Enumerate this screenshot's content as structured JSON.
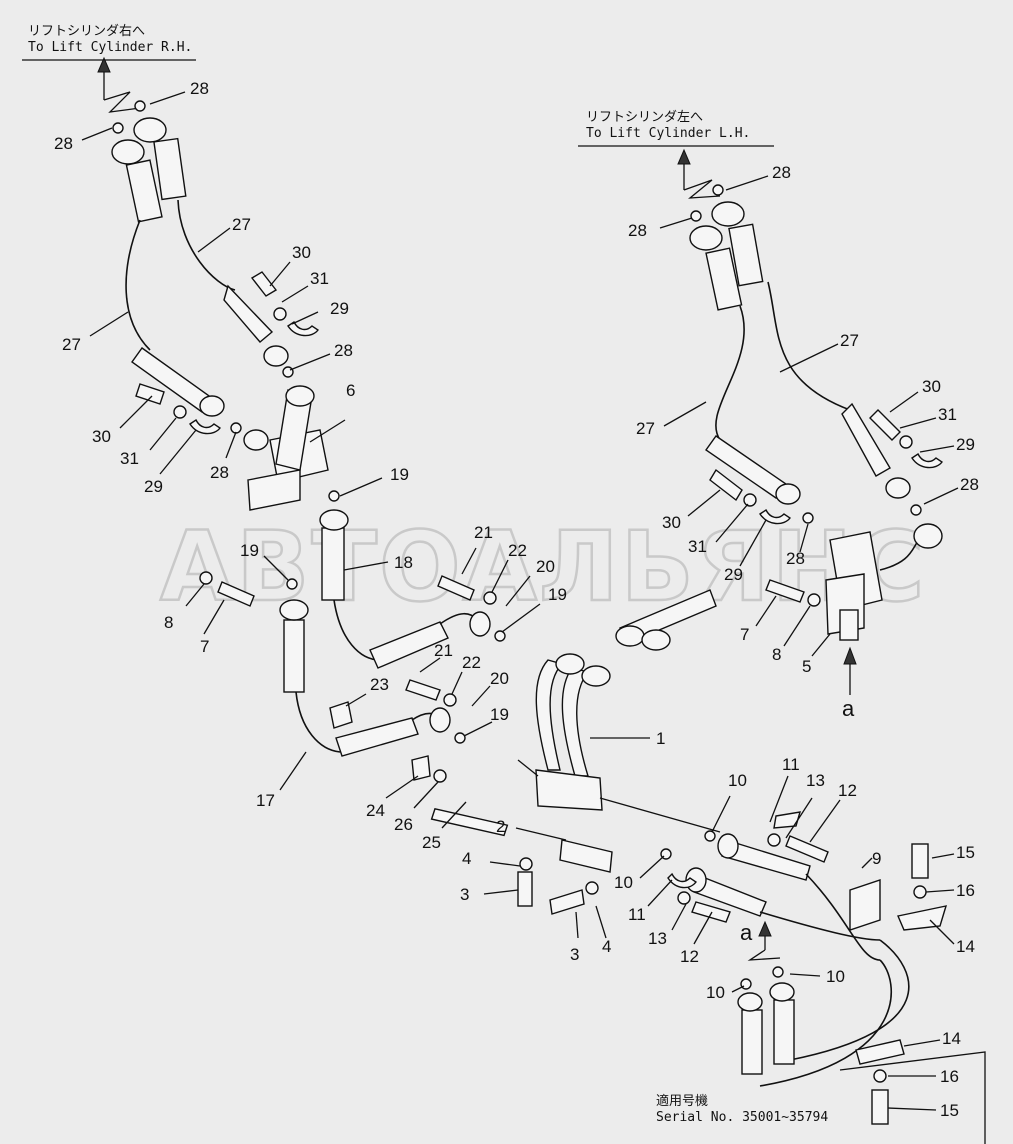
{
  "captions": {
    "rh_jp": "リフトシリンダ右へ",
    "rh_en": "To Lift Cylinder R.H.",
    "lh_jp": "リフトシリンダ左へ",
    "lh_en": "To Lift Cylinder L.H.",
    "serial_jp": "適用号機",
    "serial_en": "Serial No. 35001~35794"
  },
  "watermark": "АВТОАЛЬЯНС",
  "view_labels": [
    "a",
    "a"
  ],
  "callouts": [
    {
      "id": "c1",
      "text": "28"
    },
    {
      "id": "c2",
      "text": "28"
    },
    {
      "id": "c3",
      "text": "27"
    },
    {
      "id": "c4",
      "text": "27"
    },
    {
      "id": "c5",
      "text": "30"
    },
    {
      "id": "c6",
      "text": "31"
    },
    {
      "id": "c7",
      "text": "29"
    },
    {
      "id": "c8",
      "text": "28"
    },
    {
      "id": "c9",
      "text": "6"
    },
    {
      "id": "c10",
      "text": "30"
    },
    {
      "id": "c11",
      "text": "31"
    },
    {
      "id": "c12",
      "text": "29"
    },
    {
      "id": "c13",
      "text": "28"
    },
    {
      "id": "c14",
      "text": "19"
    },
    {
      "id": "c15",
      "text": "19"
    },
    {
      "id": "c16",
      "text": "18"
    },
    {
      "id": "c17",
      "text": "8"
    },
    {
      "id": "c18",
      "text": "7"
    },
    {
      "id": "c19",
      "text": "21"
    },
    {
      "id": "c20",
      "text": "22"
    },
    {
      "id": "c21",
      "text": "20"
    },
    {
      "id": "c22",
      "text": "19"
    },
    {
      "id": "c23",
      "text": "21"
    },
    {
      "id": "c24",
      "text": "22"
    },
    {
      "id": "c25",
      "text": "20"
    },
    {
      "id": "c26",
      "text": "23"
    },
    {
      "id": "c27",
      "text": "19"
    },
    {
      "id": "c28",
      "text": "1"
    },
    {
      "id": "c29",
      "text": "17"
    },
    {
      "id": "c30",
      "text": "24"
    },
    {
      "id": "c31",
      "text": "26"
    },
    {
      "id": "c32",
      "text": "25"
    },
    {
      "id": "c33",
      "text": "2"
    },
    {
      "id": "c34",
      "text": "4"
    },
    {
      "id": "c35",
      "text": "3"
    },
    {
      "id": "c36",
      "text": "3"
    },
    {
      "id": "c37",
      "text": "4"
    },
    {
      "id": "c38",
      "text": "10"
    },
    {
      "id": "c39",
      "text": "10"
    },
    {
      "id": "c40",
      "text": "11"
    },
    {
      "id": "c41",
      "text": "13"
    },
    {
      "id": "c42",
      "text": "12"
    },
    {
      "id": "c43",
      "text": "11"
    },
    {
      "id": "c44",
      "text": "13"
    },
    {
      "id": "c45",
      "text": "12"
    },
    {
      "id": "c46",
      "text": "9"
    },
    {
      "id": "c47",
      "text": "15"
    },
    {
      "id": "c48",
      "text": "16"
    },
    {
      "id": "c49",
      "text": "14"
    },
    {
      "id": "c50",
      "text": "10"
    },
    {
      "id": "c51",
      "text": "10"
    },
    {
      "id": "c52",
      "text": "14"
    },
    {
      "id": "c53",
      "text": "16"
    },
    {
      "id": "c54",
      "text": "15"
    },
    {
      "id": "c55",
      "text": "28"
    },
    {
      "id": "c56",
      "text": "28"
    },
    {
      "id": "c57",
      "text": "27"
    },
    {
      "id": "c58",
      "text": "27"
    },
    {
      "id": "c59",
      "text": "30"
    },
    {
      "id": "c60",
      "text": "31"
    },
    {
      "id": "c61",
      "text": "29"
    },
    {
      "id": "c62",
      "text": "28"
    },
    {
      "id": "c63",
      "text": "30"
    },
    {
      "id": "c64",
      "text": "31"
    },
    {
      "id": "c65",
      "text": "29"
    },
    {
      "id": "c66",
      "text": "28"
    },
    {
      "id": "c67",
      "text": "7"
    },
    {
      "id": "c68",
      "text": "8"
    },
    {
      "id": "c69",
      "text": "5"
    }
  ]
}
